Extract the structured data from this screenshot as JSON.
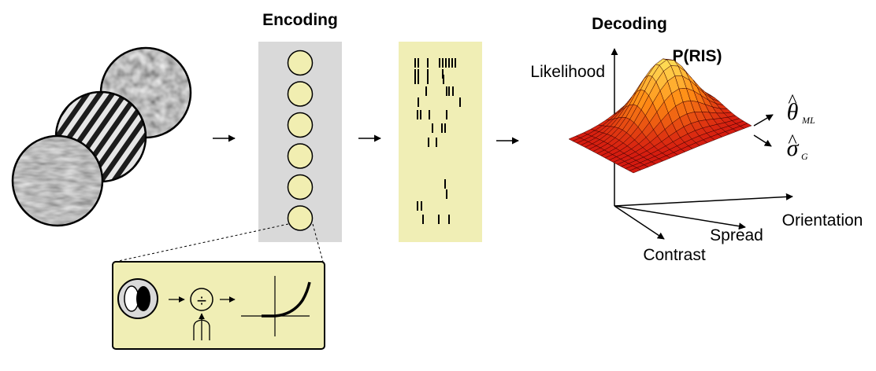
{
  "encoding": {
    "title": "Encoding"
  },
  "decoding": {
    "title": "Decoding",
    "distribution_label": "P(RIS)",
    "axes": {
      "y": "Likelihood",
      "x": "Orientation",
      "spread": "Spread",
      "contrast": "Contrast"
    },
    "estimates": [
      {
        "symbol": "θ",
        "subscript": "ML"
      },
      {
        "symbol": "σ",
        "subscript": "G"
      }
    ]
  },
  "colors": {
    "encoding_panel": "#d9d9d9",
    "neuron_fill": "#f1eeb1",
    "spike_panel": "#f0eeb5",
    "inset_panel": "#f0eeb5",
    "surface_low": "#d41a10",
    "surface_high": "#ffe25a"
  },
  "neurons": {
    "count": 6
  }
}
